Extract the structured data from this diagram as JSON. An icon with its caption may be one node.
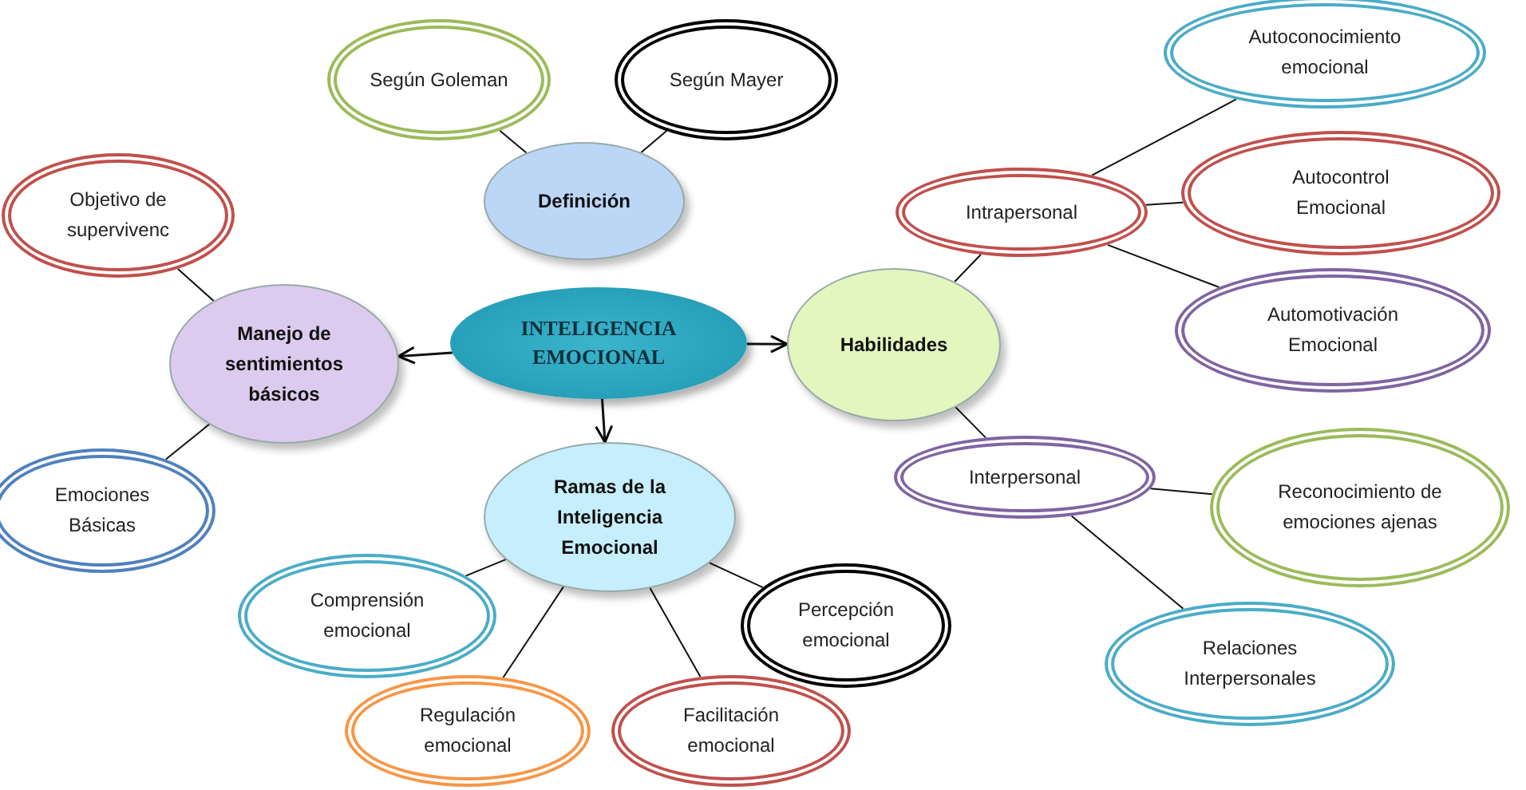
{
  "diagram": {
    "nodes": [
      {
        "text": [
          "INTELIGENCIA EMOCIONAL"
        ]
      },
      {
        "text": [
          "Definición"
        ]
      },
      {
        "text": [
          "Según Goleman"
        ]
      },
      {
        "text": [
          "Según Mayer"
        ]
      },
      {
        "text": [
          "Manejo de sentimientos básicos"
        ]
      },
      {
        "text": [
          "Objetivo de supervivenc"
        ]
      },
      {
        "text": [
          "Emociones Básicas"
        ]
      },
      {
        "text": [
          "Habilidades"
        ]
      },
      {
        "text": [
          "Intrapersonal"
        ]
      },
      {
        "text": [
          "Autoconocimiento emocional"
        ]
      },
      {
        "text": [
          "Autocontrol Emocional"
        ]
      },
      {
        "text": [
          "Automotivación Emocional"
        ]
      },
      {
        "text": [
          "Interpersonal"
        ]
      },
      {
        "text": [
          "Reconocimiento de emociones ajenas"
        ]
      },
      {
        "text": [
          "Relaciones Interpersonales"
        ]
      },
      {
        "text": [
          "Ramas de la Inteligencia Emocional"
        ]
      },
      {
        "text": [
          "Comprensión emocional"
        ]
      },
      {
        "text": [
          "Percepción emocional"
        ]
      },
      {
        "text": [
          "Regulación emocional"
        ]
      },
      {
        "text": [
          "Facilitación emocional"
        ]
      }
    ],
    "edges": [
      {
        "from": 0,
        "to": 4,
        "arrow": "to"
      },
      {
        "from": 0,
        "to": 7,
        "arrow": "to"
      },
      {
        "from": 0,
        "to": 15,
        "arrow": "to"
      },
      {
        "from": 1,
        "to": 2,
        "arrow": "none"
      },
      {
        "from": 1,
        "to": 3,
        "arrow": "none"
      },
      {
        "from": 4,
        "to": 5,
        "arrow": "none"
      },
      {
        "from": 4,
        "to": 6,
        "arrow": "none"
      },
      {
        "from": 7,
        "to": 8,
        "arrow": "none"
      },
      {
        "from": 7,
        "to": 12,
        "arrow": "none"
      },
      {
        "from": 8,
        "to": 9,
        "arrow": "none"
      },
      {
        "from": 8,
        "to": 10,
        "arrow": "none"
      },
      {
        "from": 8,
        "to": 11,
        "arrow": "none"
      },
      {
        "from": 12,
        "to": 13,
        "arrow": "none"
      },
      {
        "from": 12,
        "to": 14,
        "arrow": "none"
      },
      {
        "from": 15,
        "to": 16,
        "arrow": "none"
      },
      {
        "from": 15,
        "to": 17,
        "arrow": "none"
      },
      {
        "from": 15,
        "to": 18,
        "arrow": "none"
      },
      {
        "from": 15,
        "to": 19,
        "arrow": "none"
      }
    ]
  }
}
